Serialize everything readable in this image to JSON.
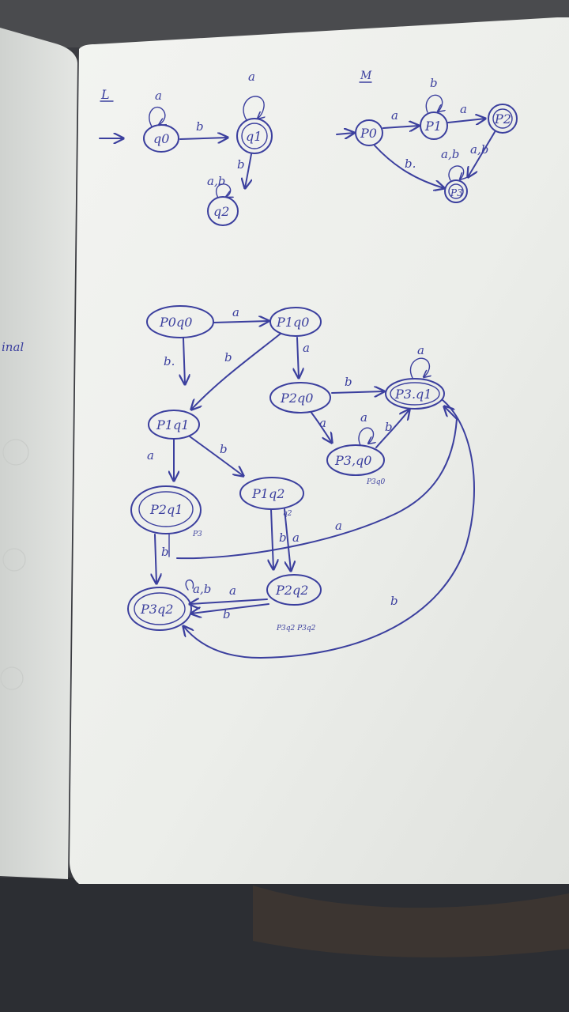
{
  "machine_l": {
    "marker": "L",
    "states": {
      "q0": "q0",
      "q1": "q1",
      "q2": "q2"
    },
    "edges": {
      "q0_loop": "a",
      "q0_q1": "b",
      "q1_loop": "a",
      "q1_q2": "b",
      "q2_loop": "a,b"
    }
  },
  "machine_m": {
    "marker": "M",
    "states": {
      "p0": "P0",
      "p1": "P1",
      "p2": "P2",
      "p3": "P3"
    },
    "edges": {
      "p0_p1": "a",
      "p1_loop": "b",
      "p1_p2": "a",
      "p0_p3": "b.",
      "p3_loop": "a,b",
      "p2_p3": "a,b"
    }
  },
  "product": {
    "states": {
      "p0q0": "P0q0",
      "p1q0": "P1q0",
      "p2q0": "P2q0",
      "p3q1_top": "P3.q1",
      "p1q1": "P1q1",
      "p3q0": "P3,q0",
      "p2q1": "P2q1",
      "p1q2": "P1q2",
      "p3q2": "P3q2",
      "p2q2": "P2q2"
    },
    "edges": {
      "p0q0_p1q0": "a",
      "p0q0_p1q1": "b.",
      "p1q0_p1q1": "b",
      "p1q0_p2q0": "a",
      "p2q0_p3q1": "b",
      "p2q0_p3q0": "a",
      "p3q0_loop": "a",
      "p3q0_p3q1": "b",
      "p3q1_loop": "a",
      "p1q1_p2q1": "a",
      "p1q1_p1q2": "b",
      "p2q1_p3q2": "b",
      "p2q1_p3q1": "a",
      "p1q2_p2q2_b": "b",
      "p1q2_p2q2_a": "a",
      "p3q2_loop": "a,b",
      "p2q2_p3q2_a": "a",
      "p2q2_p3q2_b": "b",
      "p3q1_p3q2": "b"
    },
    "notes": {
      "p3q0_sub": "P3q0",
      "p2q1_sub": "P3",
      "p1q2_sub": "q2",
      "p2q2_sub": "P3q2 P3q2"
    }
  },
  "margin_text": "inal"
}
